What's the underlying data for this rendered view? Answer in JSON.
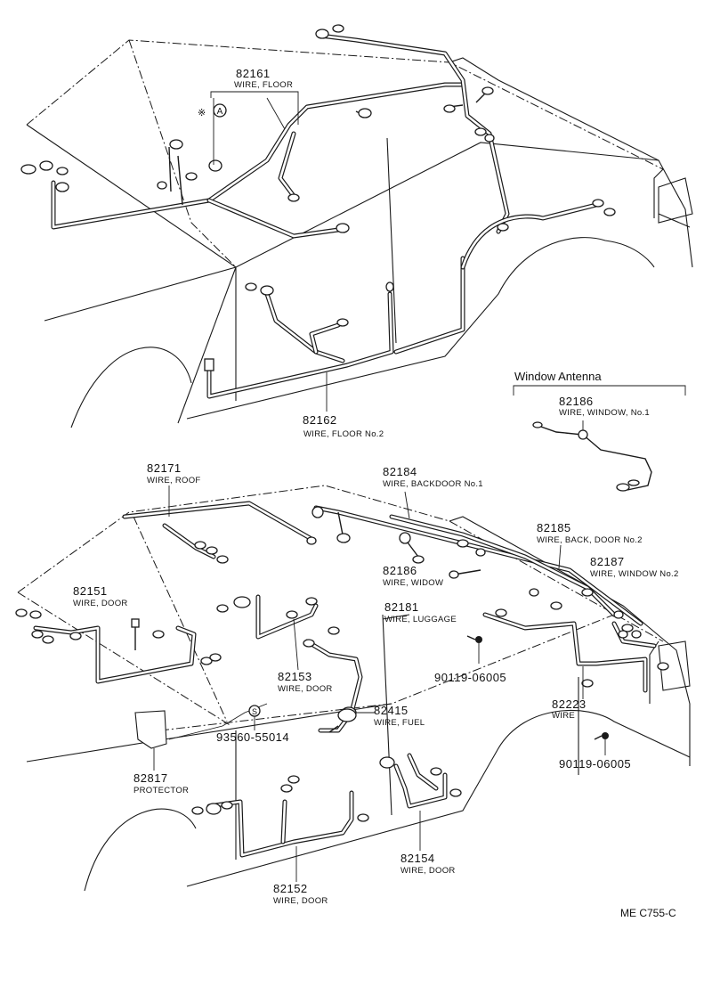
{
  "diagram_code": "ME C755-C",
  "window_antenna_group": {
    "title": "Window Antenna"
  },
  "callouts": [
    {
      "id": "c82161",
      "part": "82161",
      "desc": "WIRE, FLOOR"
    },
    {
      "id": "c82162",
      "part": "82162",
      "desc": "WIRE, FLOOR No.2"
    },
    {
      "id": "c82186a",
      "part": "82186",
      "desc": "WIRE, WINDOW, No.1"
    },
    {
      "id": "c82171",
      "part": "82171",
      "desc": "WIRE, ROOF"
    },
    {
      "id": "c82184",
      "part": "82184",
      "desc": "WIRE, BACKDOOR No.1"
    },
    {
      "id": "c82185",
      "part": "82185",
      "desc": "WIRE, BACK, DOOR No.2"
    },
    {
      "id": "c82187",
      "part": "82187",
      "desc": "WIRE, WINDOW No.2"
    },
    {
      "id": "c82186b",
      "part": "82186",
      "desc": "WIRE, WIDOW"
    },
    {
      "id": "c82151",
      "part": "82151",
      "desc": "WIRE, DOOR"
    },
    {
      "id": "c82181",
      "part": "82181",
      "desc": "WIRE, LUGGAGE"
    },
    {
      "id": "c90119a",
      "part": "90119-06005",
      "desc": ""
    },
    {
      "id": "c82153",
      "part": "82153",
      "desc": "WIRE, DOOR"
    },
    {
      "id": "c82415",
      "part": "82415",
      "desc": "WIRE, FUEL"
    },
    {
      "id": "c82223",
      "part": "82223",
      "desc": "WIRE"
    },
    {
      "id": "c93560",
      "part": "93560-55014",
      "desc": ""
    },
    {
      "id": "c82817",
      "part": "82817",
      "desc": "PROTECTOR"
    },
    {
      "id": "c90119b",
      "part": "90119-06005",
      "desc": ""
    },
    {
      "id": "c82154",
      "part": "82154",
      "desc": "WIRE, DOOR"
    },
    {
      "id": "c82152",
      "part": "82152",
      "desc": "WIRE, DOOR"
    }
  ],
  "markers": {
    "asterisk": "※",
    "circle_a": "A",
    "circle_s": "S"
  }
}
